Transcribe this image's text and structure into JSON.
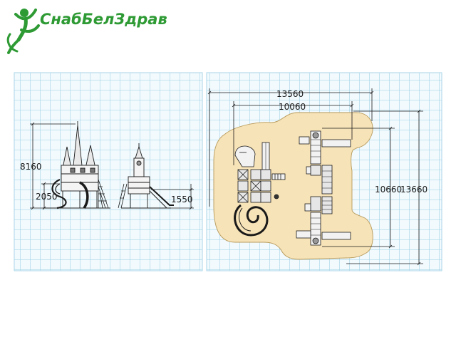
{
  "brand": {
    "name": "СнабБелЗдрав",
    "color": "#2e9a34",
    "icon": "leaping-figure-logo-icon"
  },
  "colors": {
    "grid_line": "#a9d6e9",
    "grid_bg": "#f2fafd",
    "footprint": "#f7e3b8",
    "ink": "#1a1a1a"
  },
  "dimensions": {
    "side_height_total": "8160",
    "side_platform_height": "2050",
    "front_platform_height": "1550",
    "plan_width_outer": "13560",
    "plan_width_inner": "10060",
    "plan_depth_inner": "10660",
    "plan_depth_outer": "13660"
  }
}
